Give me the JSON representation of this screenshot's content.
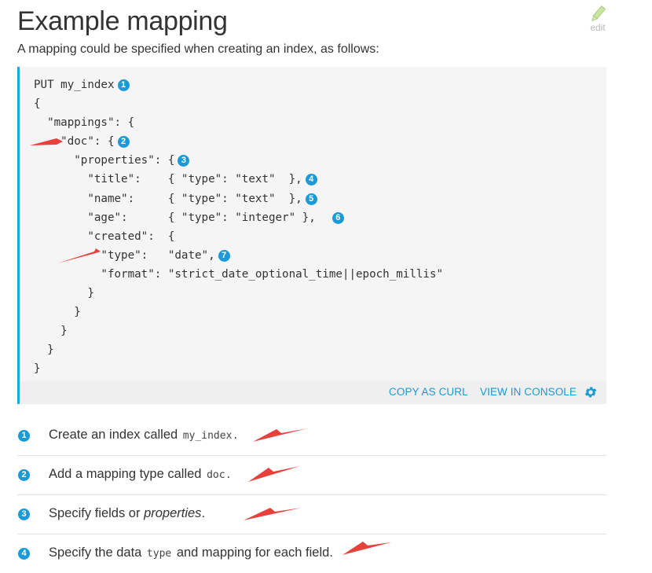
{
  "page": {
    "title": "Example mapping",
    "edit_label": "edit",
    "intro": "A mapping could be specified when creating an index, as follows:"
  },
  "code": {
    "lines": [
      {
        "text": "PUT my_index",
        "callout": "1"
      },
      {
        "text": "{",
        "callout": ""
      },
      {
        "text": "  \"mappings\": {",
        "callout": ""
      },
      {
        "text": "    \"doc\": {",
        "callout": "2"
      },
      {
        "text": "      \"properties\": {",
        "callout": "3"
      },
      {
        "text": "        \"title\":    { \"type\": \"text\"  },",
        "callout": "4"
      },
      {
        "text": "        \"name\":     { \"type\": \"text\"  },",
        "callout": "5"
      },
      {
        "text": "        \"age\":      { \"type\": \"integer\" },  ",
        "callout": "6"
      },
      {
        "text": "        \"created\":  {",
        "callout": ""
      },
      {
        "text": "          \"type\":   \"date\",",
        "callout": "7"
      },
      {
        "text": "          \"format\": \"strict_date_optional_time||epoch_millis\"",
        "callout": ""
      },
      {
        "text": "        }",
        "callout": ""
      },
      {
        "text": "      }",
        "callout": ""
      },
      {
        "text": "    }",
        "callout": ""
      },
      {
        "text": "  }",
        "callout": ""
      },
      {
        "text": "}",
        "callout": ""
      }
    ],
    "footer": {
      "copy_as_curl": "COPY AS CURL",
      "view_in_console": "VIEW IN CONSOLE",
      "settings_icon": "gear-icon"
    }
  },
  "callouts": [
    {
      "num": "1",
      "before": "Create an index called ",
      "code": "my_index",
      "em": "",
      "after": "."
    },
    {
      "num": "2",
      "before": "Add a mapping type called ",
      "code": "doc",
      "em": "",
      "after": "."
    },
    {
      "num": "3",
      "before": "Specify fields or ",
      "code": "",
      "em": "properties",
      "after": "."
    },
    {
      "num": "4",
      "before": "Specify the data ",
      "code": "type",
      "em": "",
      "after": " and mapping for each field."
    }
  ],
  "colors": {
    "accent": "#1a9ad7",
    "code_background": "#f5f5f5",
    "annotation_arrow": "#e8413c"
  }
}
